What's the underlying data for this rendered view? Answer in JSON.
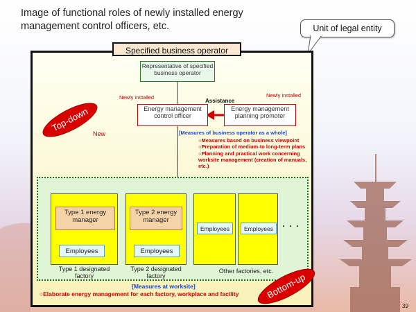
{
  "title": "Image of functional roles of newly installed energy management control officers, etc.",
  "callout": "Unit of legal entity",
  "operator_label": "Specified business operator",
  "representative": "Representative of specified business operator",
  "newly_installed_left": "Newly installed",
  "newly_installed_right": "Newly installed",
  "assistance": "Assistance",
  "control_officer": "Energy management control officer",
  "planning_promoter": "Energy management planning promoter",
  "topdown": "Top-down",
  "new_label": "New",
  "measures_operator": "[Measures of business operator as a whole]",
  "measures_list": [
    "○Measures based on business viewpoint",
    "○Preparation of medium-to long-term plans",
    "○Planning and practical work concerning worksite management (creation of manuals, etc.)"
  ],
  "type1_manager": "Type 1 energy manager",
  "type2_manager": "Type 2 energy manager",
  "employees": "Employees",
  "type1_factory": "Type 1 designated factory",
  "type2_factory": "Type 2 designated factory",
  "other_factories": "Other factories, etc.",
  "ellipsis": "・・・",
  "bottomup": "Bottom-up",
  "measures_worksite": "[Measures at worksite]",
  "worksite_text": "○Elaborate energy management for each factory, workplace and facility",
  "page_number": "39"
}
